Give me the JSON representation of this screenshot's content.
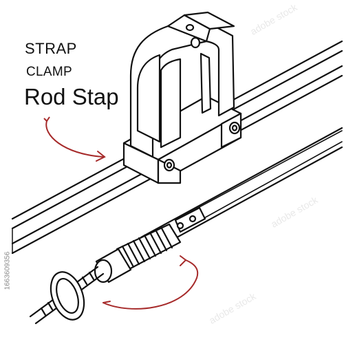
{
  "labels": {
    "line1": "STRAP",
    "line2": "CLAMP",
    "line3": "Rod Stap"
  },
  "watermark": {
    "side_id": "1663609356",
    "brand": "adobe stock"
  },
  "colors": {
    "ink": "#111111",
    "accent_arrow": "#a62a2a",
    "background": "#ffffff"
  }
}
